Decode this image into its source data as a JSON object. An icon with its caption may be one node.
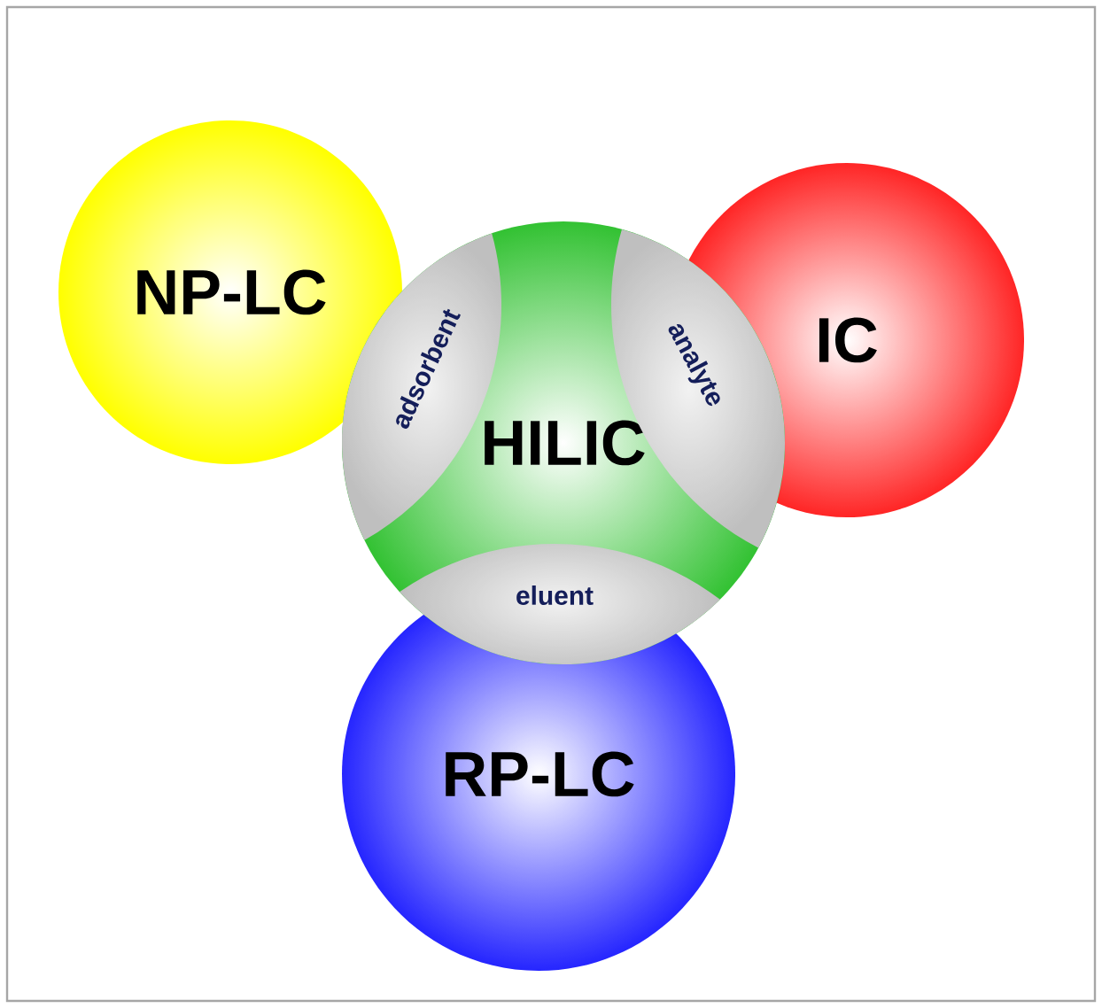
{
  "diagram": {
    "nodes": [
      {
        "text": [
          "NP-LC"
        ]
      },
      {
        "text": [
          "IC"
        ]
      },
      {
        "text": [
          "HILIC"
        ]
      },
      {
        "text": [
          "adsorbent"
        ],
        "in": 2
      },
      {
        "text": [
          "analyte"
        ],
        "in": 2
      },
      {
        "text": [
          "eluent"
        ],
        "in": 2
      },
      {
        "text": [
          "RP-LC"
        ]
      }
    ]
  }
}
